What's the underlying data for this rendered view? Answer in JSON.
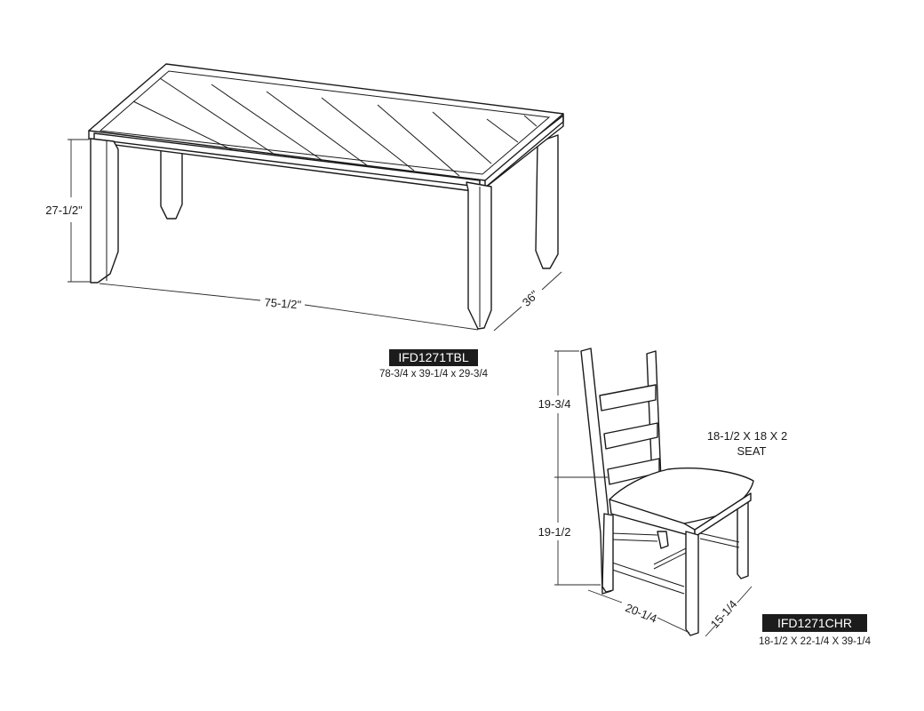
{
  "table": {
    "height_label": "27-1/2\"",
    "length_label": "75-1/2\"",
    "depth_label": "36\"",
    "model": "IFD1271TBL",
    "overall_dims": "78-3/4 x 39-1/4 x 29-3/4"
  },
  "chair": {
    "back_height_label": "19-3/4",
    "seat_height_label": "19-1/2",
    "seat_label_line1": "18-1/2 X 18 X 2",
    "seat_label_line2": "SEAT",
    "width_label": "20-1/4",
    "depth_label": "15-1/4",
    "model": "IFD1271CHR",
    "overall_dims": "18-1/2 X 22-1/4 X 39-1/4"
  },
  "colors": {
    "line": "#1a1a1a",
    "tag_bg": "#1c1c1c",
    "tag_text": "#ffffff"
  }
}
